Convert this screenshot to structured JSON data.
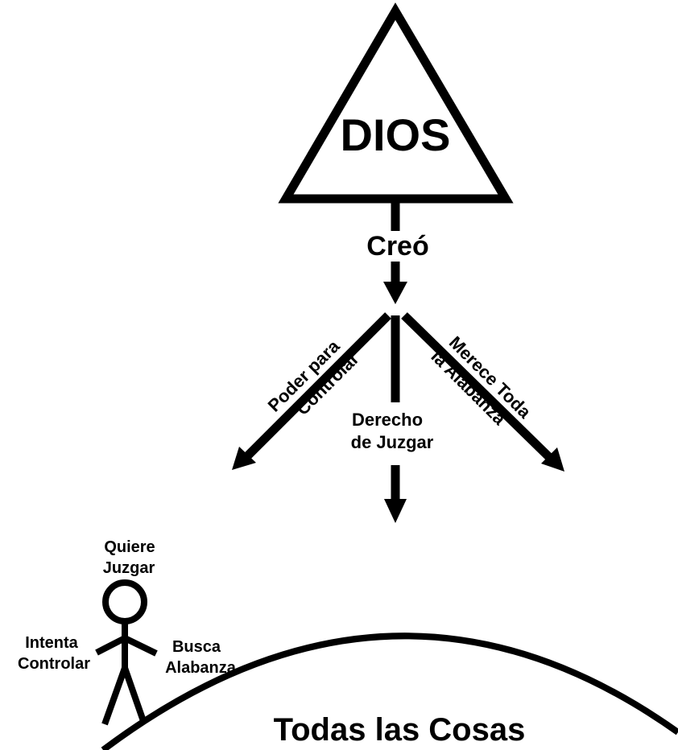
{
  "diagram": {
    "god_label": "DIOS",
    "created_label": "Creó",
    "left_branch": {
      "line1": "Poder para",
      "line2": "Controlar"
    },
    "center_branch": {
      "line1": "Derecho",
      "line2": "de Juzgar"
    },
    "right_branch": {
      "line1": "Merece Toda",
      "line2": "la Alabanza"
    },
    "person": {
      "top": {
        "line1": "Quiere",
        "line2": "Juzgar"
      },
      "left": {
        "line1": "Intenta",
        "line2": "Controlar"
      },
      "right": {
        "line1": "Busca",
        "line2": "Alabanza"
      }
    },
    "world_label": "Todas las Cosas"
  }
}
